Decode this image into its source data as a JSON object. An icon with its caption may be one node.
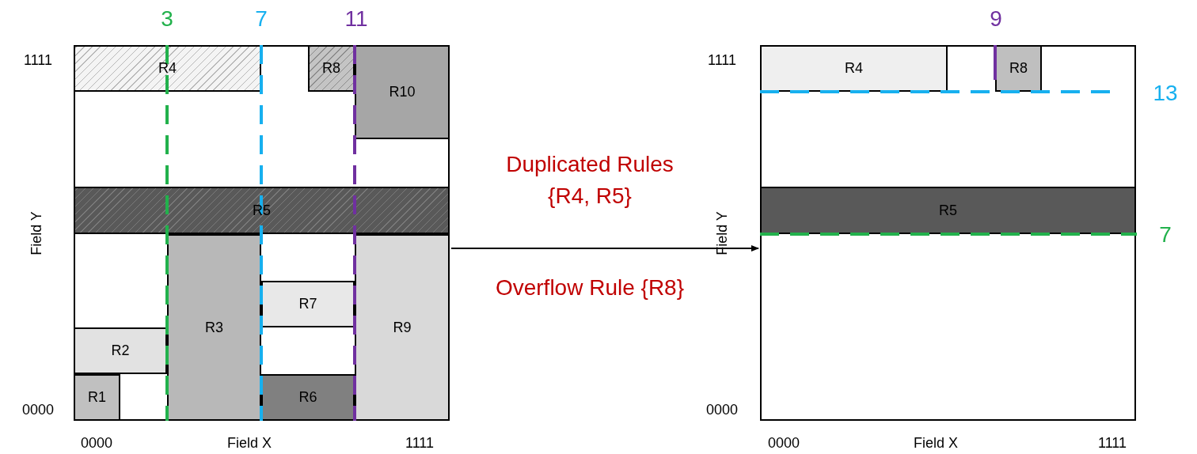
{
  "diagram": {
    "nodes": [
      {
        "text": [],
        "shape": "box"
      },
      {
        "text": [
          "R4"
        ],
        "in": 0
      },
      {
        "text": [
          "R8"
        ],
        "in": 0
      },
      {
        "text": [
          "R10"
        ],
        "in": 0
      },
      {
        "text": [
          "R5"
        ],
        "in": 0
      },
      {
        "text": [
          "R3"
        ],
        "in": 0
      },
      {
        "text": [
          "R7"
        ],
        "in": 0
      },
      {
        "text": [
          "R9"
        ],
        "in": 0
      },
      {
        "text": [
          "R2"
        ],
        "in": 0
      },
      {
        "text": [
          "R1"
        ],
        "in": 0
      },
      {
        "text": [
          "R6"
        ],
        "in": 0
      },
      {
        "text": [],
        "shape": "box"
      },
      {
        "text": [
          "R4"
        ],
        "in": 11
      },
      {
        "text": [
          "R8"
        ],
        "in": 11
      },
      {
        "text": [
          "R5"
        ],
        "in": 11
      }
    ],
    "edges": [
      {
        "from": 0,
        "to": 11,
        "arrow": "to"
      }
    ],
    "labels": [
      "3",
      "7",
      "11",
      "1111",
      "Field Y",
      "0000",
      "0000",
      "Field X",
      "1111",
      "Duplicated Rules {R4, R5}",
      "Overflow Rule {R8}",
      "9",
      "1111",
      "13",
      "Field Y",
      "7",
      "0000",
      "0000",
      "Field X",
      "1111"
    ]
  }
}
